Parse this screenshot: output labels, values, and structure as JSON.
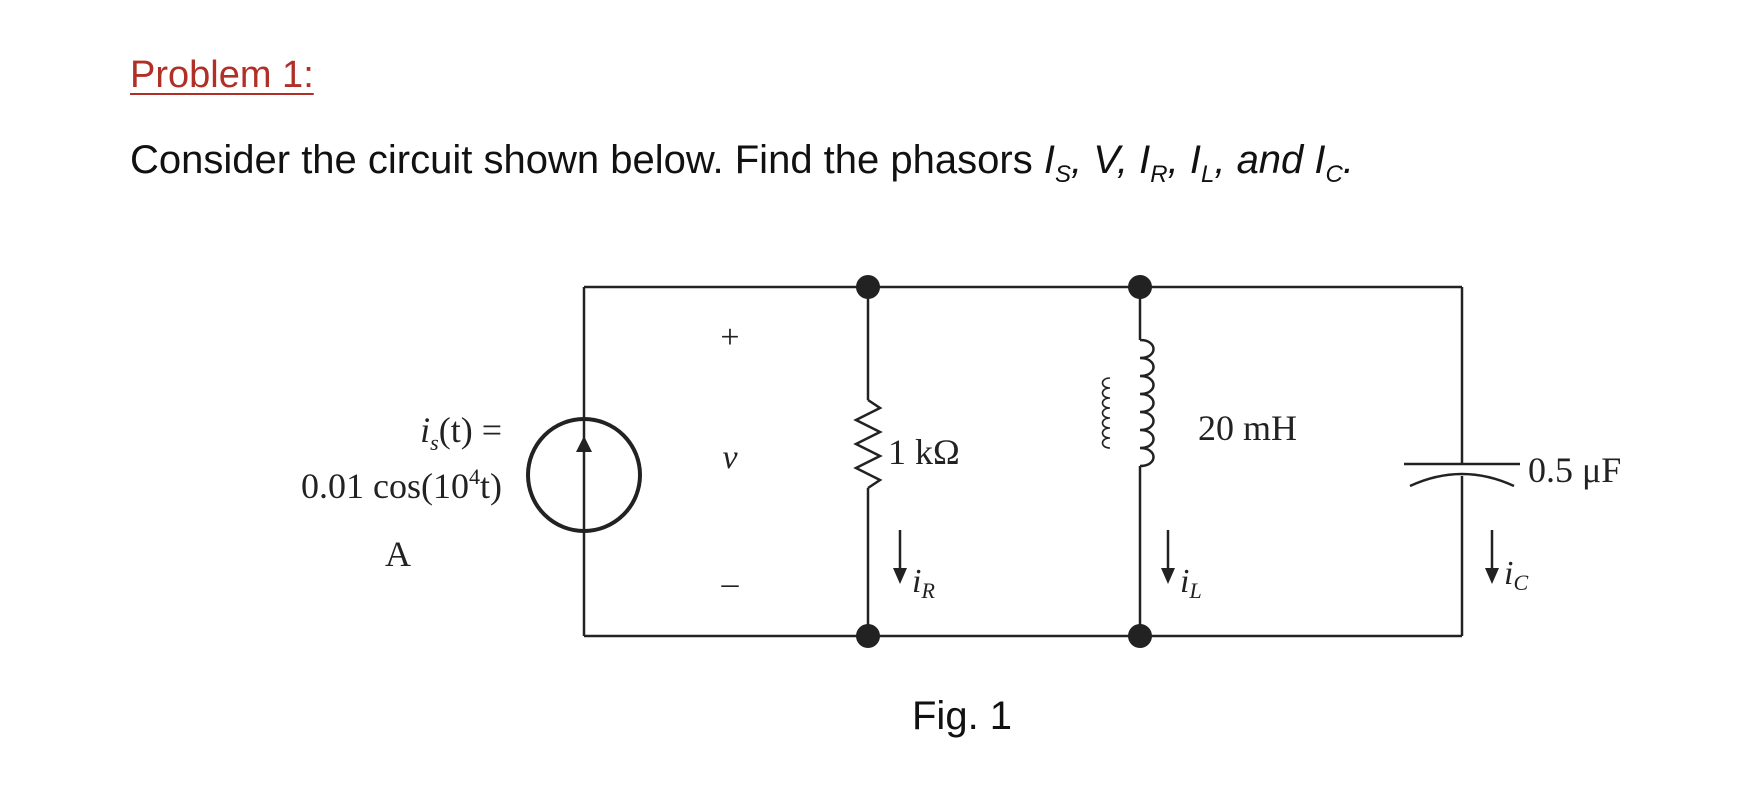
{
  "problem": {
    "heading": "Problem 1:",
    "statement": {
      "text": "Consider the  circuit shown below. Find the  phasors ",
      "phasors": [
        {
          "symbol": "I",
          "sub": "S",
          "sep": ", "
        },
        {
          "symbol": "V",
          "sub": "",
          "sep": ", "
        },
        {
          "symbol": "I",
          "sub": "R",
          "sep": ", "
        },
        {
          "symbol": "I",
          "sub": "L",
          "sep": ", "
        },
        {
          "symbol": "and  I",
          "sub": "C",
          "sep": "."
        }
      ]
    }
  },
  "circuit": {
    "source_line1": "i",
    "source_line1_sub": "s",
    "source_line1_rest": "(t) =",
    "source_line2": "0.01 cos(10",
    "source_line2_sup": "4",
    "source_line2_rest": "t)",
    "source_unit": "A",
    "voltage_plus": "+",
    "voltage_label": "v",
    "voltage_minus": "–",
    "resistor_label": "1 kΩ",
    "resistor_current": "i",
    "resistor_current_sub": "R",
    "inductor_label": "20 mH",
    "inductor_current": "i",
    "inductor_current_sub": "L",
    "capacitor_label": "0.5 μF",
    "capacitor_current": "i",
    "capacitor_current_sub": "C"
  },
  "figure_caption": "Fig. 1"
}
